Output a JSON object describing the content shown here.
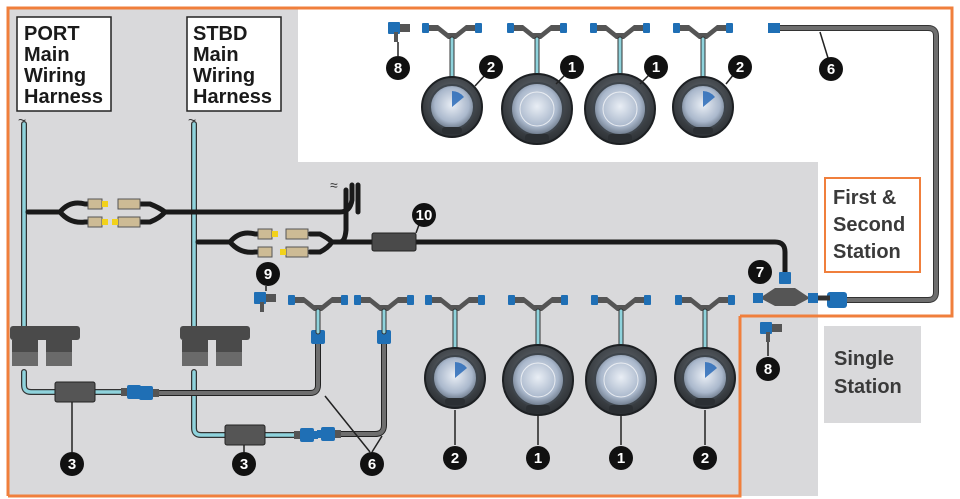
{
  "colors": {
    "background_panel": "#d9d9db",
    "station_border": "#f07f3c",
    "cable_black": "#1a1a1a",
    "cable_blue": "#8fd3dc",
    "cable_grey": "#5a5a5a",
    "connector_blue": "#1f6fb5",
    "connector_beige": "#cdbb95",
    "connector_yellow": "#f2d21b",
    "badge": "#111111"
  },
  "harnesses": {
    "port": [
      "PORT",
      "Main",
      "Wiring",
      "Harness"
    ],
    "stbd": [
      "STBD",
      "Main",
      "Wiring",
      "Harness"
    ]
  },
  "station_labels": {
    "first_second": [
      "First &",
      "Second",
      "Station"
    ],
    "single": [
      "Single",
      "Station"
    ]
  },
  "callouts": {
    "top_row": [
      "8",
      "2",
      "1",
      "1",
      "2",
      "6"
    ],
    "middle": [
      "10",
      "9",
      "7"
    ],
    "bottom_row": [
      "3",
      "3",
      "6",
      "2",
      "1",
      "1",
      "2"
    ],
    "single_side": [
      "8"
    ]
  },
  "icons": {
    "gauge": "gauge-icon",
    "tee": "tee-connector-icon",
    "terminator": "terminator-icon",
    "adapter": "adapter-icon"
  }
}
